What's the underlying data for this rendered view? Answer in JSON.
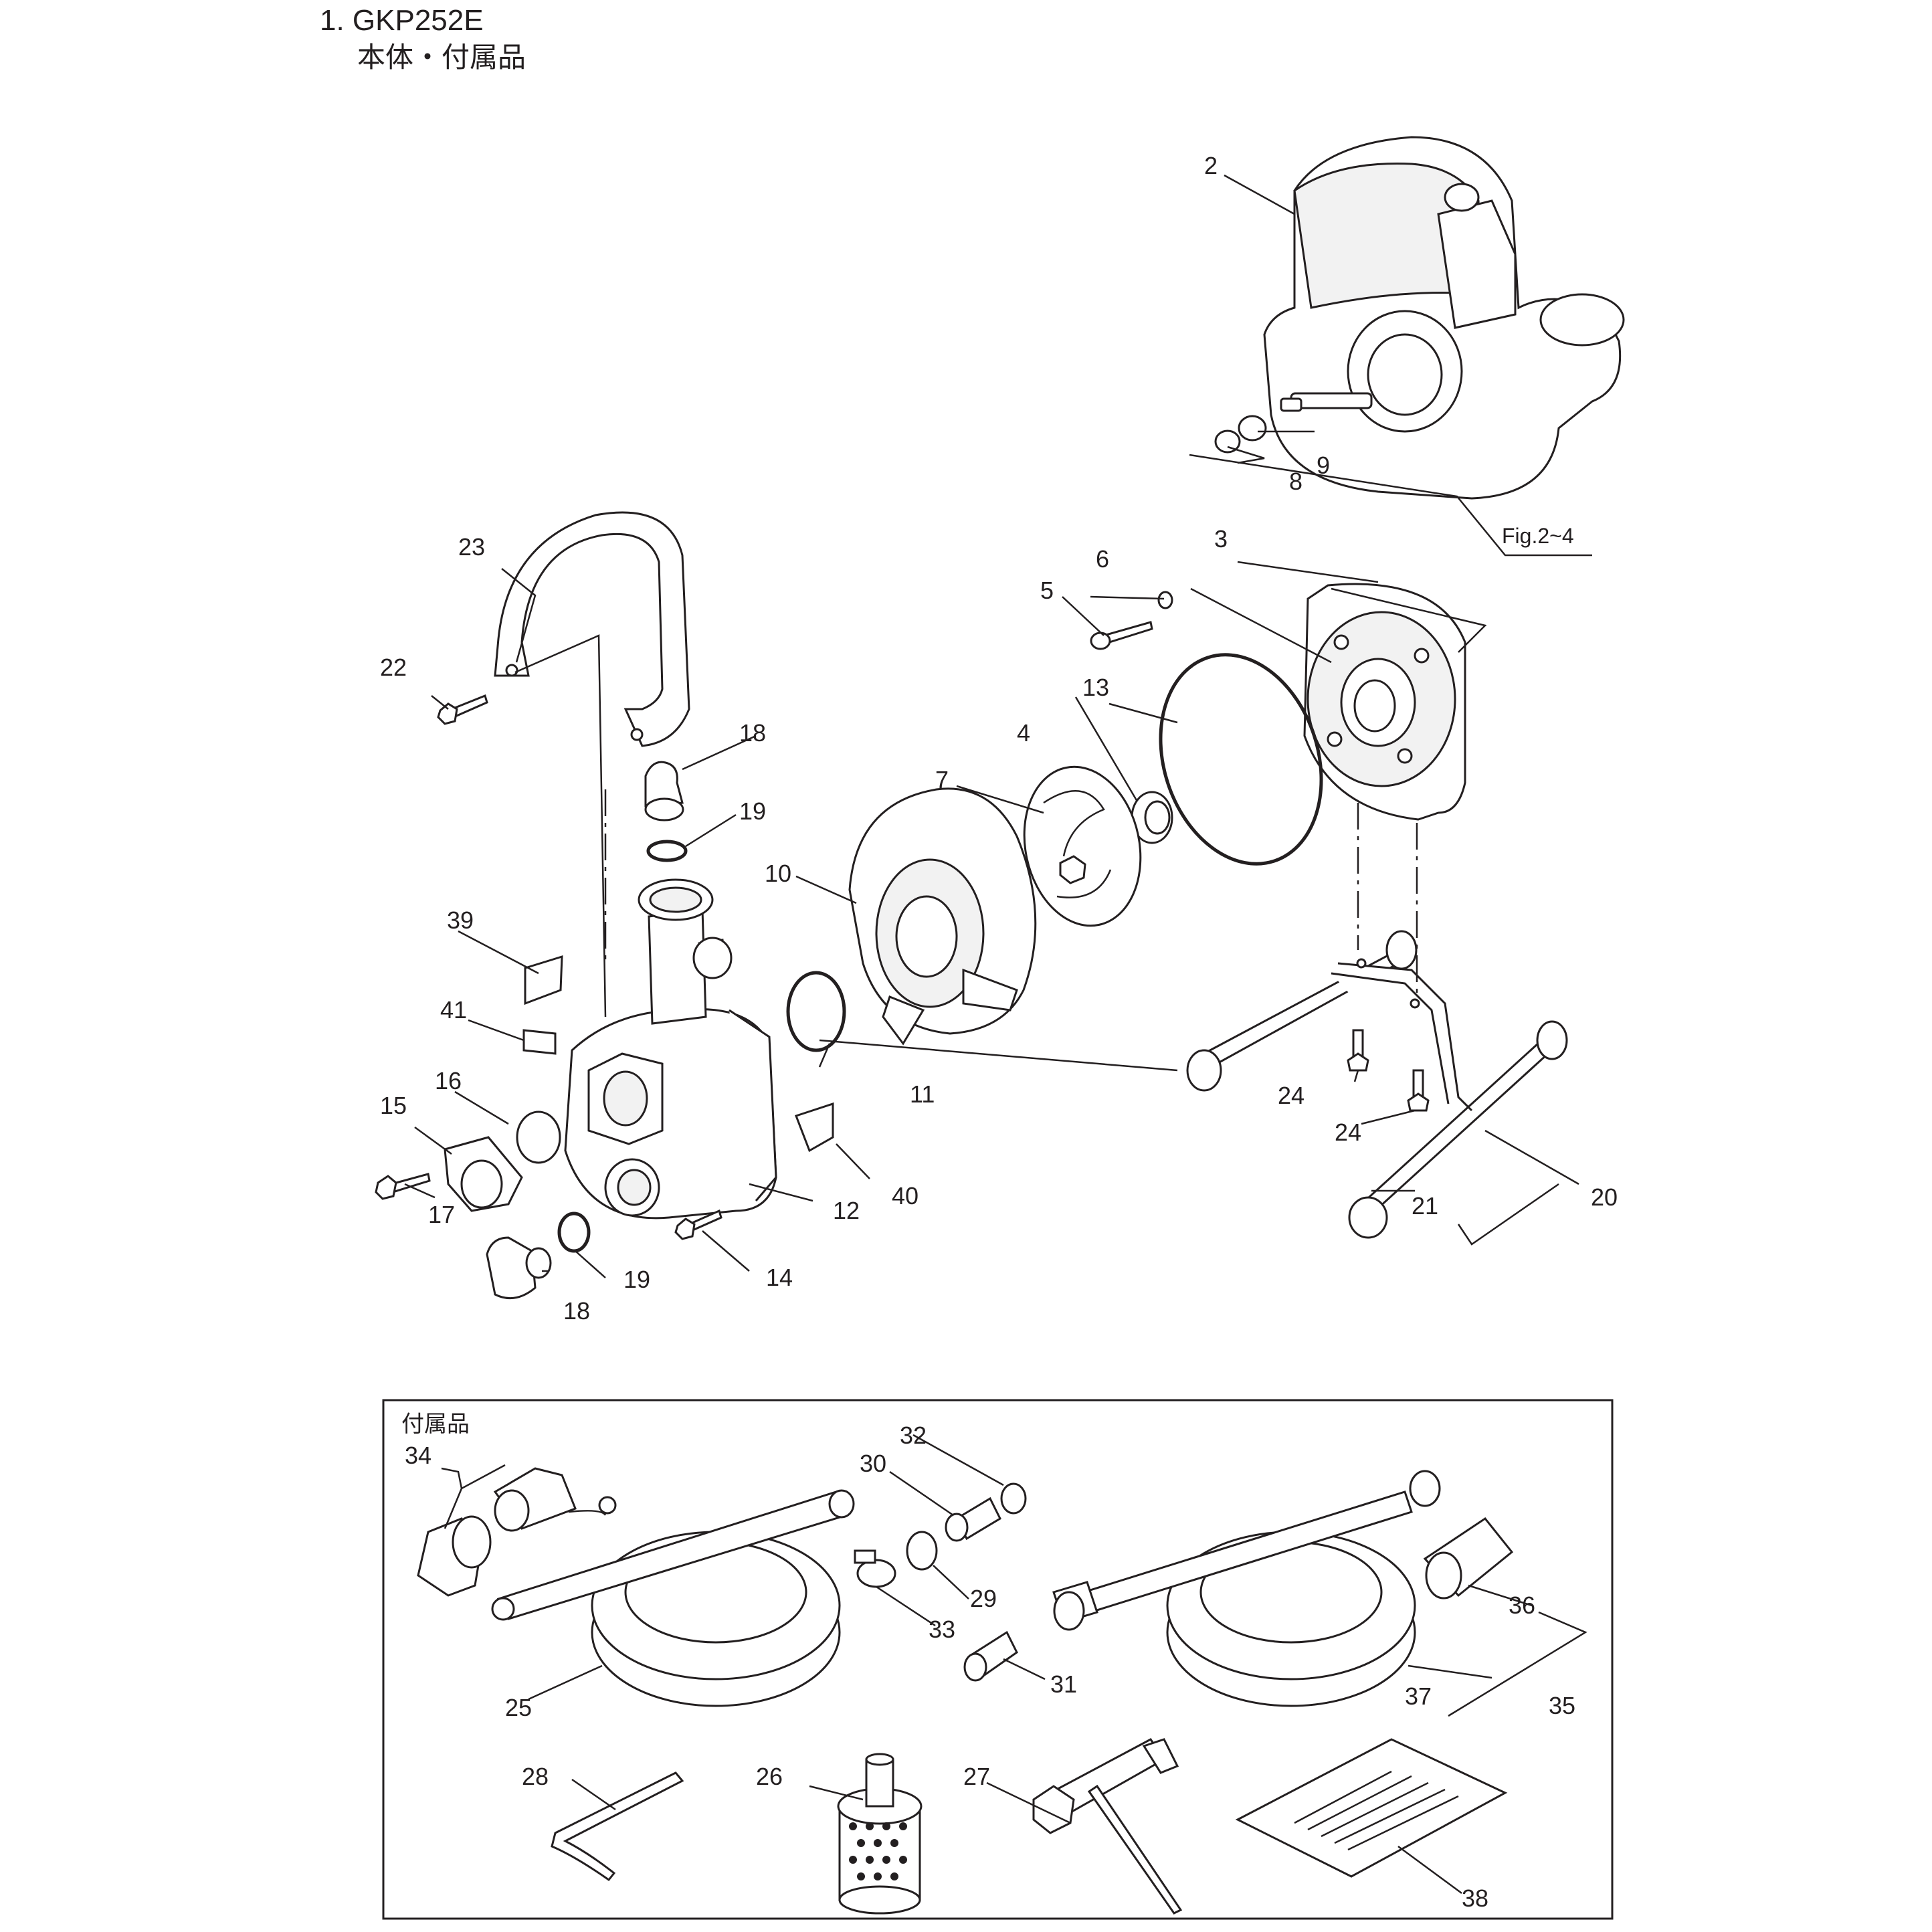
{
  "header": {
    "title": "1. GKP252E",
    "subtitle": "本体・付属品"
  },
  "figure_ref": "Fig.2~4",
  "accessory_box": {
    "label": "付属品"
  },
  "callouts": {
    "c2": "2",
    "c3": "3",
    "c4": "4",
    "c5": "5",
    "c6": "6",
    "c7": "7",
    "c8": "8",
    "c9": "9",
    "c10": "10",
    "c11": "11",
    "c12": "12",
    "c13": "13",
    "c14": "14",
    "c15": "15",
    "c16": "16",
    "c17": "17",
    "c18a": "18",
    "c18b": "18",
    "c19a": "19",
    "c19b": "19",
    "c20": "20",
    "c21": "21",
    "c22": "22",
    "c23": "23",
    "c24a": "24",
    "c24b": "24",
    "c25": "25",
    "c26": "26",
    "c27": "27",
    "c28": "28",
    "c29": "29",
    "c30": "30",
    "c31": "31",
    "c32": "32",
    "c33": "33",
    "c34": "34",
    "c35": "35",
    "c36": "36",
    "c37": "37",
    "c38": "38",
    "c39": "39",
    "c40": "40",
    "c41": "41"
  }
}
